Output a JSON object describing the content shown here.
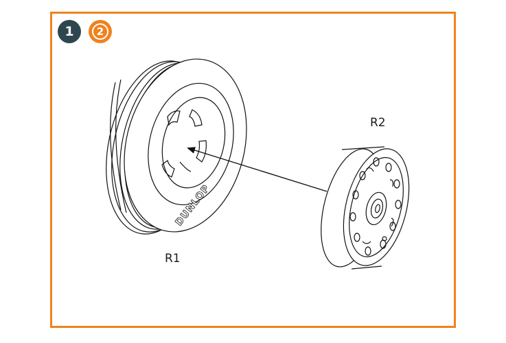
{
  "step": {
    "number": "1",
    "next": "2"
  },
  "parts": {
    "tire": {
      "label": "R1",
      "brand_text": "DUNLOP"
    },
    "wheel": {
      "label": "R2"
    }
  },
  "colors": {
    "accent": "#f0821e",
    "badge_dark": "#2e4650"
  },
  "icons": {
    "next_step": "rotate-circle-icon"
  }
}
